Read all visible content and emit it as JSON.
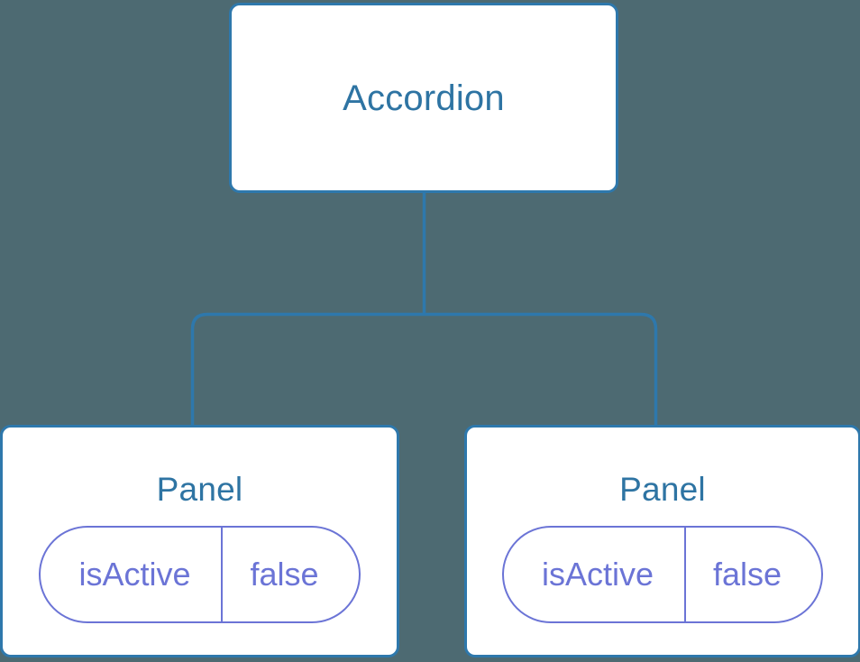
{
  "diagram": {
    "type": "component-tree",
    "background_color": "#4d6a72",
    "node_border_color": "#2e78ac",
    "node_fill_color": "#ffffff",
    "title_text_color": "#2e74a3",
    "prop_accent_color": "#6b74d6",
    "connector_color": "#2e78ac"
  },
  "root": {
    "label": "Accordion"
  },
  "children": [
    {
      "label": "Panel",
      "prop": {
        "key": "isActive",
        "value": "false"
      }
    },
    {
      "label": "Panel",
      "prop": {
        "key": "isActive",
        "value": "false"
      }
    }
  ]
}
